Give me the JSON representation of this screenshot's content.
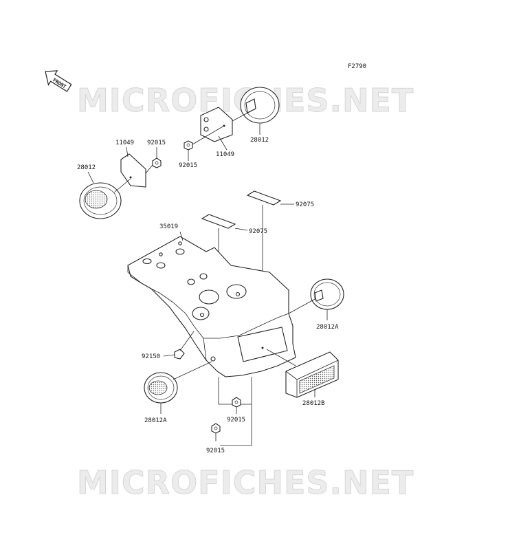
{
  "figure_code": "F2790",
  "front_label": "FRONT",
  "watermark": "MICROFICHES.NET",
  "parts": {
    "p11049_left": "11049",
    "p92015_left": "92015",
    "p28012_left": "28012",
    "p92015_top": "92015",
    "p11049_top": "11049",
    "p28012_top": "28012",
    "p92075_right": "92075",
    "p92075_mid": "92075",
    "p35019": "35019",
    "p28012a_right": "28012A",
    "p92150": "92150",
    "p28012b": "28012B",
    "p28012a_left": "28012A",
    "p92015_bot1": "92015",
    "p92015_bot2": "92015"
  }
}
